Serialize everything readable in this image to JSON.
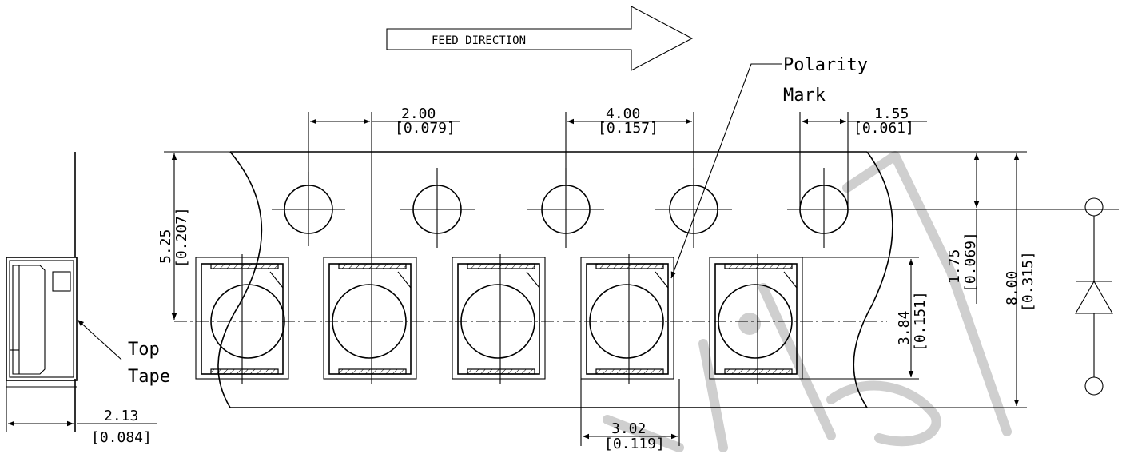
{
  "feed_direction": "FEED DIRECTION",
  "polarity_mark": [
    "Polarity",
    "Mark"
  ],
  "top_tape": [
    "Top",
    "Tape"
  ],
  "dimensions": {
    "hole_to_pocket": {
      "mm": "2.00",
      "in": "[0.079]"
    },
    "hole_pitch": {
      "mm": "4.00",
      "in": "[0.157]"
    },
    "hole_diameter": {
      "mm": "1.55",
      "in": "[0.061]"
    },
    "hole_to_pocket_center_v": {
      "mm": "5.25",
      "in": "[0.207]"
    },
    "hole_edge_offset": {
      "mm": "1.75",
      "in": "[0.069]"
    },
    "tape_width": {
      "mm": "8.00",
      "in": "[0.315]"
    },
    "pocket_length": {
      "mm": "3.84",
      "in": "[0.151]"
    },
    "pocket_width": {
      "mm": "3.02",
      "in": "[0.119]"
    },
    "tape_thickness": {
      "mm": "2.13",
      "in": "[0.084]"
    }
  },
  "diode_symbol": "diode-symbol"
}
